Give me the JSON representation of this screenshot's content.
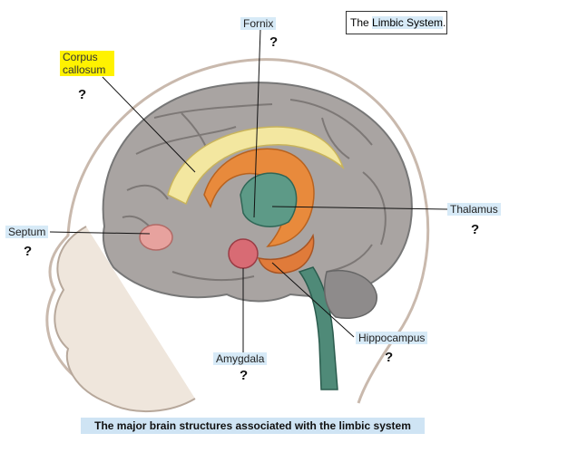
{
  "title": {
    "prefix": "The ",
    "highlight": "Limbic System",
    "suffix": "."
  },
  "caption": "The major brain structures associated with the limbic system",
  "labels": {
    "fornix": "Fornix",
    "corpus_callosum_line1": "Corpus",
    "corpus_callosum_line2": "callosum",
    "septum": "Septum",
    "thalamus": "Thalamus",
    "hippocampus": "Hippocampus",
    "amygdala": "Amygdala"
  },
  "question_mark": "?",
  "colors": {
    "label_highlight": "#d7eaf7",
    "corpus_highlight": "#fff200",
    "brain_gray": "#a9a4a2",
    "fornix_yellow": "#f3e7a0",
    "orange": "#e88a3c",
    "septum_pink": "#e7a29e",
    "amygdala_red": "#d86b74",
    "brainstem_green": "#4f8a78"
  }
}
